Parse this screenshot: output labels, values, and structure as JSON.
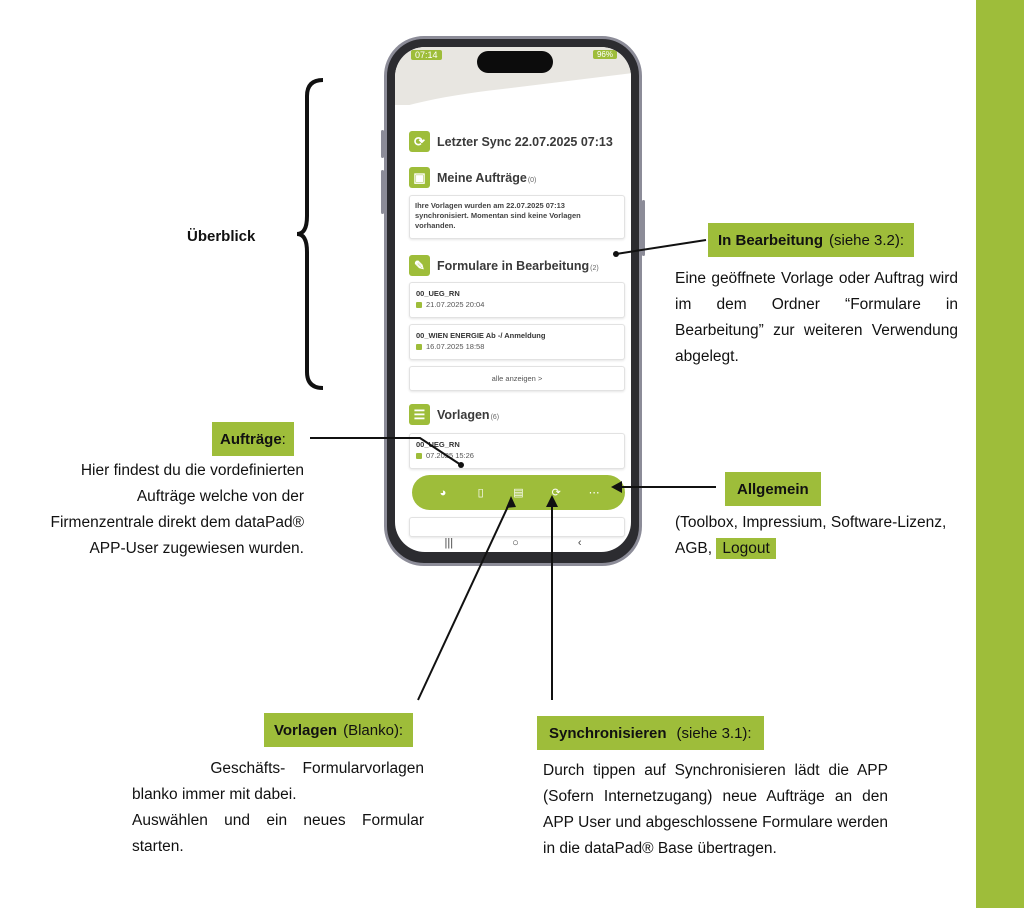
{
  "phone": {
    "status_time": "07:14",
    "status_right": "96%",
    "sync_heading": "Letzter Sync 22.07.2025 07:13",
    "meine_heading": "Meine Aufträge",
    "meine_count": "(0)",
    "meine_text": "Ihre Vorlagen wurden am 22.07.2025 07:13 synchronisiert. Momentan sind keine Vorlagen vorhanden.",
    "formulare_heading": "Formulare in Bearbeitung",
    "formulare_count": "(2)",
    "items": [
      {
        "title": "00_UEG_RN",
        "date": "21.07.2025 20:04"
      },
      {
        "title": "00_WIEN ENERGIE Ab -/ Anmeldung",
        "date": "16.07.2025 18:58"
      }
    ],
    "show_all": "alle anzeigen >",
    "vorlagen_heading": "Vorlagen",
    "vorlagen_count": "(6)",
    "vorlage_item": {
      "title": "00_UEG_RN",
      "date": "07.2025 15:26"
    },
    "nav_icons": [
      "dashboard-icon",
      "clipboard-icon",
      "document-icon",
      "sync-icon",
      "more-icon"
    ]
  },
  "annotations": {
    "ueberblick": "Überblick",
    "bearbeitung": {
      "title": "In Bearbeitung",
      "suffix": "(siehe 3.2):",
      "text": "Eine geöffnete Vorlage oder Auftrag wird im dem Ordner “Formulare in Bearbeitung” zur weiteren Verwendung abgelegt."
    },
    "auftraege": {
      "title": "Aufträge",
      "suffix": ":",
      "text": "Hier findest du die vordefinierten Aufträge welche von der Firmenzentrale direkt dem dataPad® APP-User zugewiesen wurden."
    },
    "allgemein": {
      "title": "Allgemein",
      "text": "(Toolbox, Impressium, Software-Lizenz, AGB,",
      "logout": "Logout"
    },
    "vorlagen": {
      "title": "Vorlagen",
      "suffix": "(Blanko):",
      "text": "Geschäfts- Formularvorlagen blanko immer mit dabei. Auswählen und ein neues Formular starten."
    },
    "sync": {
      "title": "Synchronisieren",
      "suffix": "(siehe 3.1):",
      "text": "Durch tippen auf Synchronisieren lädt die APP (Sofern Internetzugang) neue Aufträge an den APP User und abgeschlossene Formulare werden in die dataPad® Base übertragen."
    }
  },
  "colors": {
    "accent": "#9ebd3a",
    "phone_frame": "#2c2c30"
  }
}
